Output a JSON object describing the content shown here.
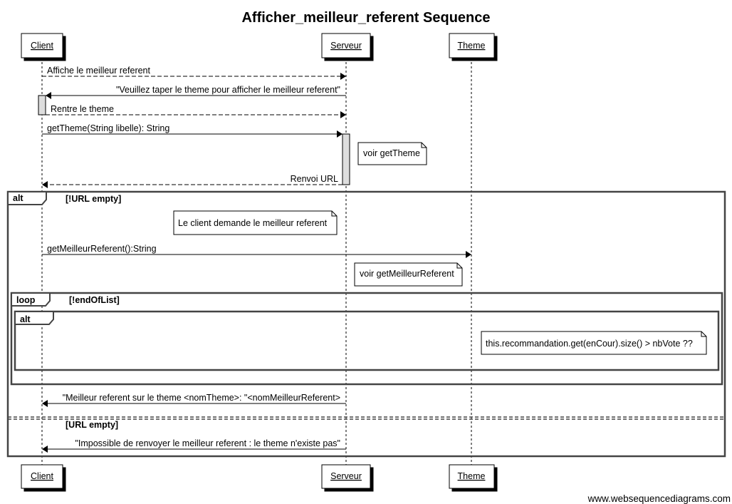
{
  "title": "Afficher_meilleur_referent Sequence",
  "participants": {
    "client": "Client",
    "serveur": "Serveur",
    "theme": "Theme"
  },
  "messages": {
    "m1": "Affiche le meilleur referent",
    "m2": "\"Veuillez taper le theme pour afficher le meilleur referent\"",
    "m3": "Rentre le theme",
    "m4": "getTheme(String libelle): String",
    "m5": "Renvoi URL",
    "m6": "getMeilleurReferent():String",
    "m7": "\"Meilleur referent sur le theme <nomTheme>: \"<nomMeilleurReferent>",
    "m8": "\"Impossible de renvoyer le meilleur referent : le theme n'existe pas\""
  },
  "notes": {
    "n1": "voir getTheme",
    "n2": "Le client demande le meilleur referent",
    "n3": "voir getMeilleurReferent",
    "n4": "this.recommandation.get(enCour).size() > nbVote ??"
  },
  "fragments": {
    "alt1": {
      "keyword": "alt",
      "condition": "[!URL empty]",
      "else_condition": "[URL empty]"
    },
    "loop1": {
      "keyword": "loop",
      "condition": "[!endOfList]"
    },
    "alt2": {
      "keyword": "alt"
    }
  },
  "footer": "www.websequencediagrams.com"
}
